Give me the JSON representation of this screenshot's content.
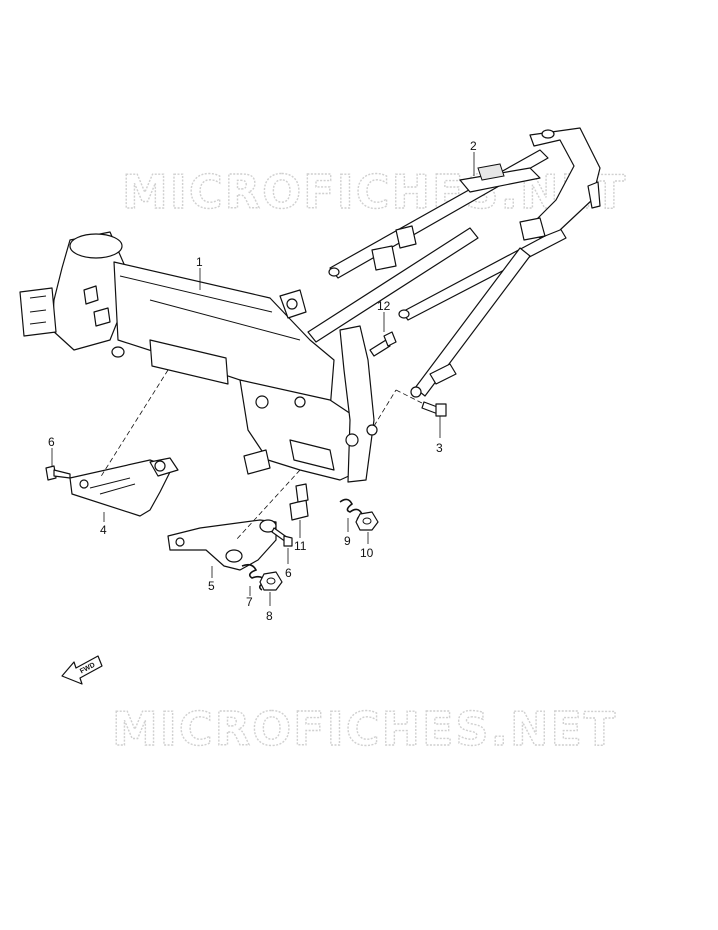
{
  "watermarks": [
    "MICROFICHES.NET",
    "MICROFICHES.NET"
  ],
  "fwd_label": "FWD",
  "callouts": {
    "frame": "1",
    "rear_frame": "2",
    "rear_bolt": "3",
    "left_footrest_bracket": "4",
    "right_footrest_bracket": "5",
    "left_bolt": "6",
    "right_bolt": "6",
    "right_spring": "7",
    "right_nut": "8",
    "center_spring": "9",
    "center_nut": "10",
    "center_bolt": "11",
    "top_bolt": "12"
  }
}
